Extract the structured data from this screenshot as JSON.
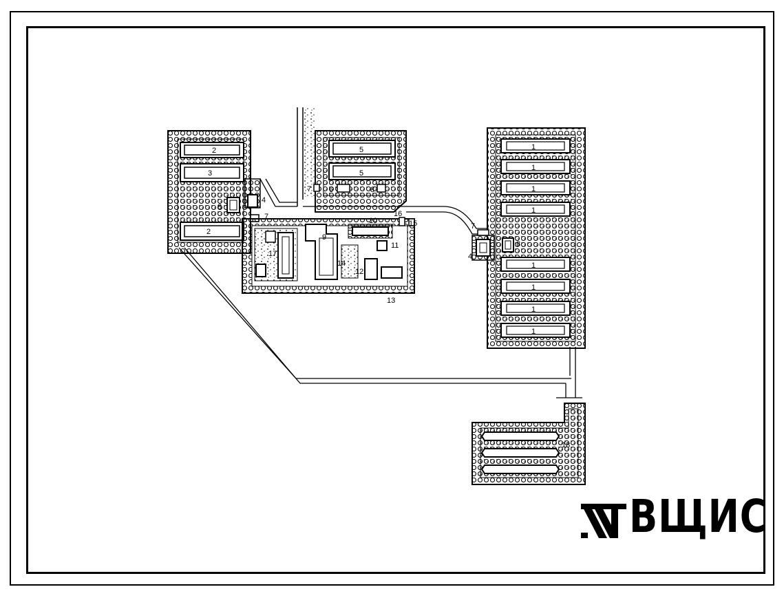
{
  "logo": {
    "text": "ВЩИС",
    "mark": "tvbshs-emblem-icon"
  },
  "plan": {
    "labels": {
      "l1a": "1",
      "l1b": "1",
      "l1c": "1",
      "l1d": "1",
      "l1e": "1",
      "l1f": "1",
      "l1g": "1",
      "l1h": "1",
      "l2a": "2",
      "l2b": "2",
      "l3": "3",
      "l4a": "4",
      "l4b": "4",
      "l5a": "5",
      "l5b": "5",
      "l6": "6",
      "l7a": "7",
      "l7b": "7",
      "l7c": "7",
      "l8a": "8",
      "l8b": "8",
      "l8c": "8",
      "l9": "9",
      "l10": "10",
      "l11": "11",
      "l12": "12",
      "l13": "13",
      "l14": "14",
      "l15": "15",
      "l16": "16",
      "l17": "17",
      "l18": "18"
    }
  }
}
